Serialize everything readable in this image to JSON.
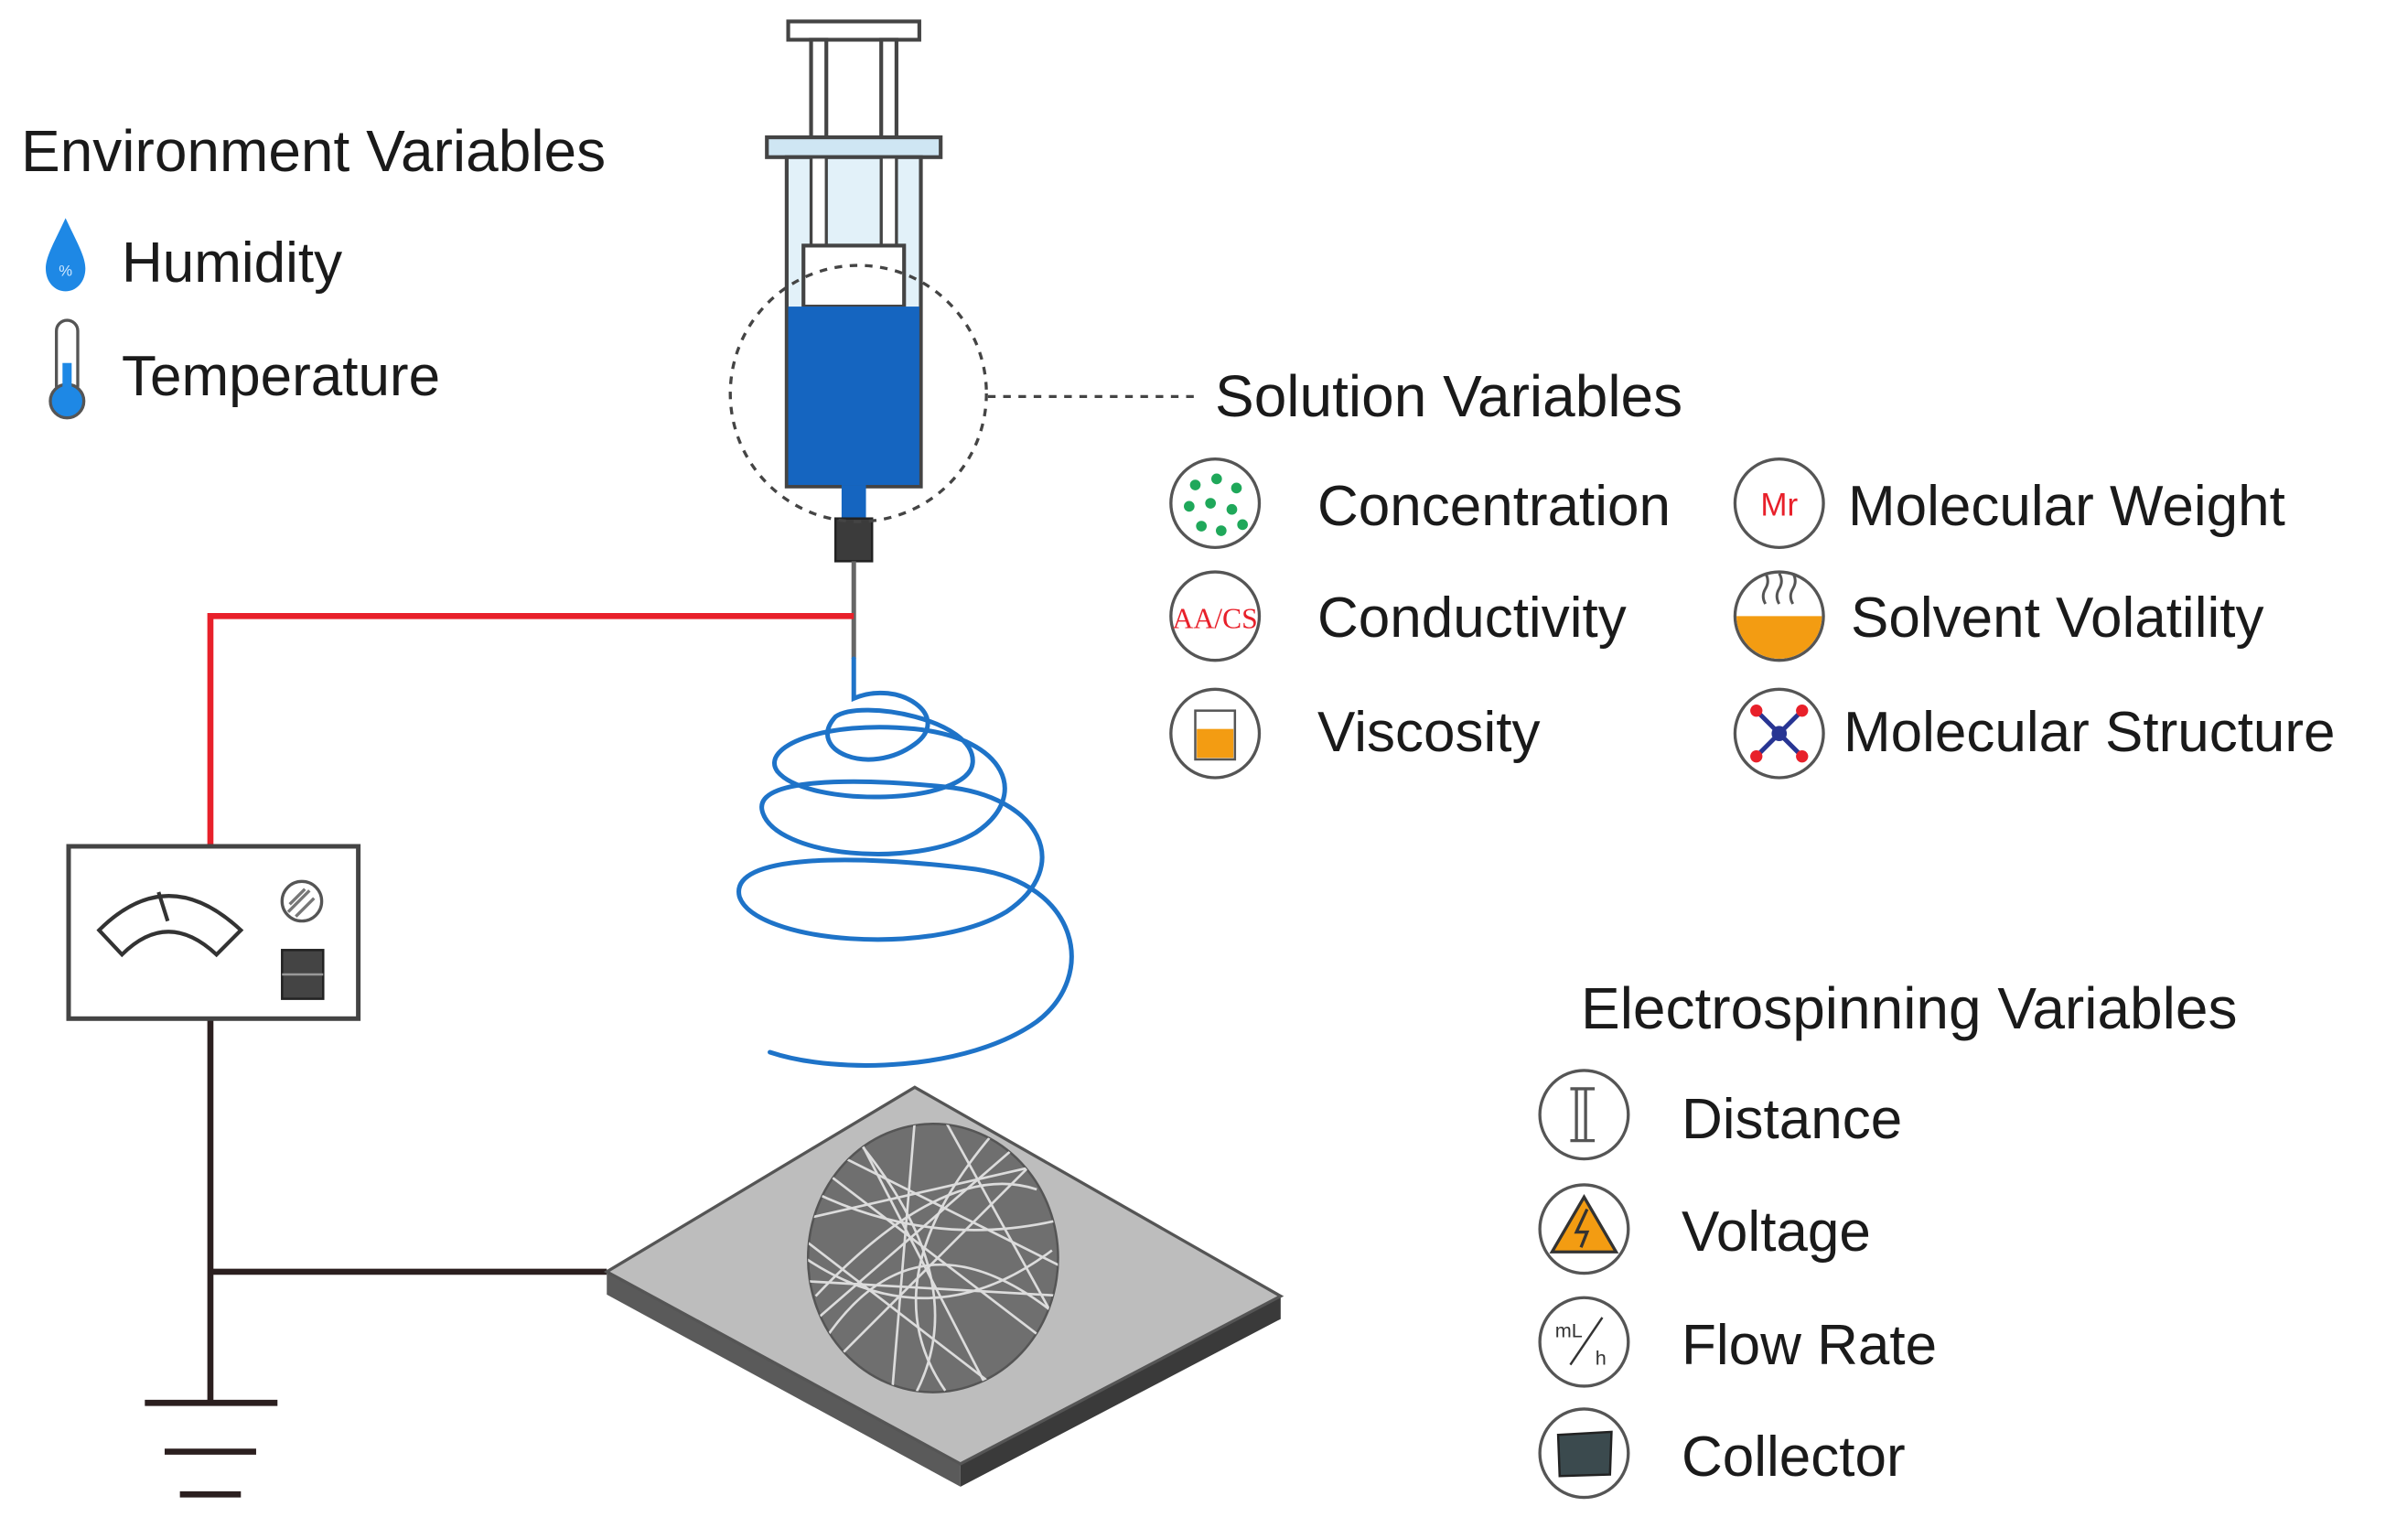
{
  "environment": {
    "title": "Environment Variables",
    "items": [
      {
        "label": "Humidity",
        "icon": "water-drop-icon"
      },
      {
        "label": "Temperature",
        "icon": "thermometer-icon"
      }
    ]
  },
  "solution": {
    "title": "Solution Variables",
    "items": [
      {
        "label": "Concentration",
        "icon": "concentration-dots-icon"
      },
      {
        "label": "Conductivity",
        "icon": "conductivity-icon"
      },
      {
        "label": "Viscosity",
        "icon": "viscosity-beaker-icon"
      },
      {
        "label": "Molecular Weight",
        "icon": "molecular-weight-icon",
        "icon_text": "Mr"
      },
      {
        "label": "Solvent Volatility",
        "icon": "solvent-volatility-icon"
      },
      {
        "label": "Molecular Structure",
        "icon": "molecular-structure-icon"
      }
    ]
  },
  "electrospinning": {
    "title": "Electrospinning Variables",
    "items": [
      {
        "label": "Distance",
        "icon": "distance-icon"
      },
      {
        "label": "Voltage",
        "icon": "voltage-warning-icon"
      },
      {
        "label": "Flow Rate",
        "icon": "flow-rate-icon",
        "icon_text": "mL/h"
      },
      {
        "label": "Collector",
        "icon": "collector-icon"
      }
    ]
  },
  "colors": {
    "solution_blue": "#1565c0",
    "jet_blue": "#1e73c8",
    "wire_red": "#e8202a",
    "wire_dark": "#2b1f1f",
    "accent_orange": "#f39c12",
    "dots_green": "#1fa85a",
    "collector_grey": "#bdbdbd"
  }
}
